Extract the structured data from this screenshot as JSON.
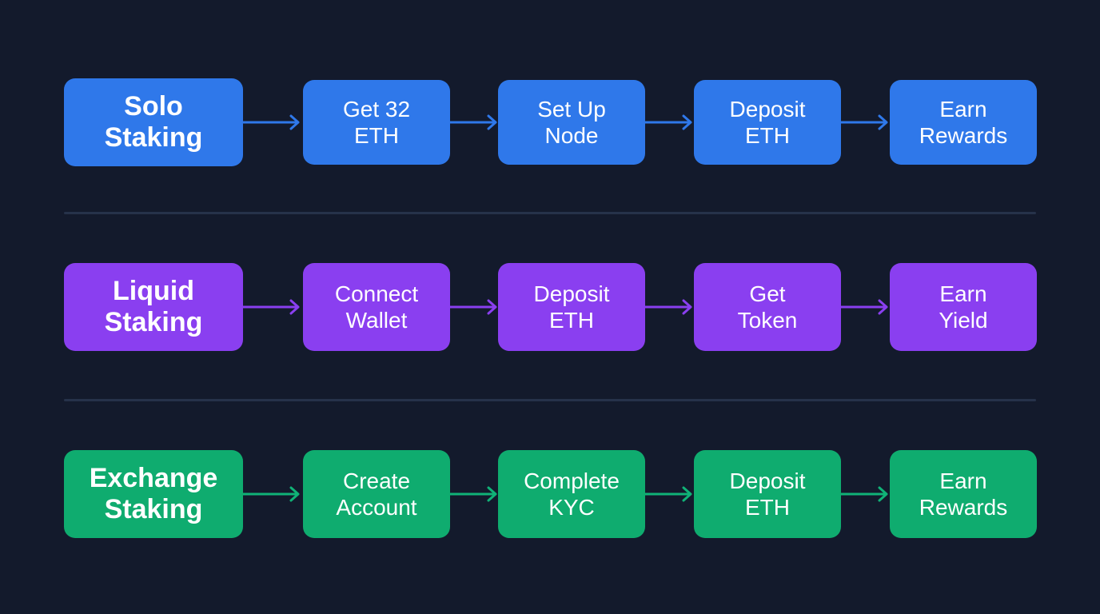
{
  "rows": [
    {
      "id": "solo",
      "title_line1": "Solo",
      "title_line2": "Staking",
      "color": "#2f78ea",
      "arrow_color": "#2f78ea",
      "steps": [
        {
          "line1": "Get 32",
          "line2": "ETH"
        },
        {
          "line1": "Set Up",
          "line2": "Node"
        },
        {
          "line1": "Deposit",
          "line2": "ETH"
        },
        {
          "line1": "Earn",
          "line2": "Rewards"
        }
      ]
    },
    {
      "id": "liquid",
      "title_line1": "Liquid",
      "title_line2": "Staking",
      "color": "#8a3ff0",
      "arrow_color": "#8a3ff0",
      "steps": [
        {
          "line1": "Connect",
          "line2": "Wallet"
        },
        {
          "line1": "Deposit",
          "line2": "ETH"
        },
        {
          "line1": "Get",
          "line2": "Token"
        },
        {
          "line1": "Earn",
          "line2": "Yield"
        }
      ]
    },
    {
      "id": "exchange",
      "title_line1": "Exchange",
      "title_line2": "Staking",
      "color": "#0fac6f",
      "arrow_color": "#10b277",
      "steps": [
        {
          "line1": "Create",
          "line2": "Account"
        },
        {
          "line1": "Complete",
          "line2": "KYC"
        },
        {
          "line1": "Deposit",
          "line2": "ETH"
        },
        {
          "line1": "Earn",
          "line2": "Rewards"
        }
      ]
    }
  ]
}
